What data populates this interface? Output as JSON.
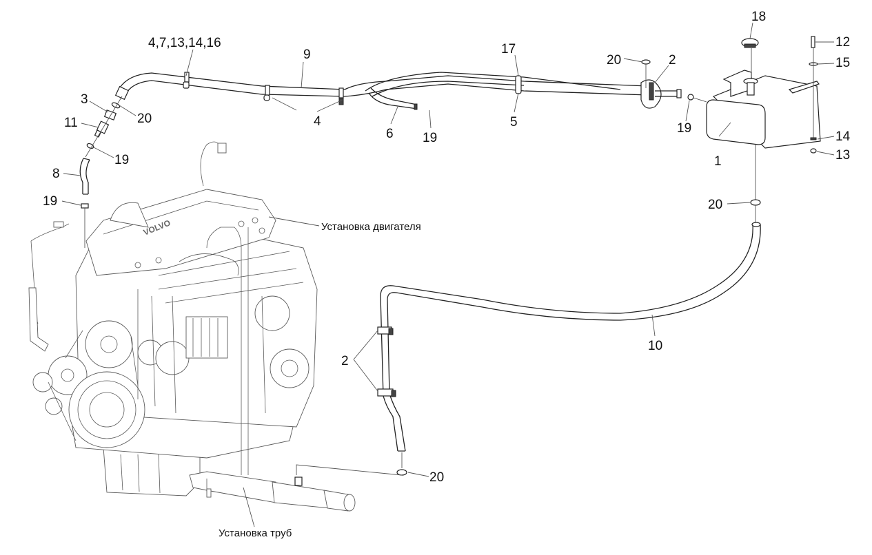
{
  "diagram": {
    "title": "Coolant expansion tank installation",
    "callouts": [
      {
        "id": "c-4-7-13-14-16",
        "text": "4,7,13,14,16"
      },
      {
        "id": "c-9",
        "text": "9"
      },
      {
        "id": "c-17",
        "text": "17"
      },
      {
        "id": "c-20-top",
        "text": "20"
      },
      {
        "id": "c-2-top",
        "text": "2"
      },
      {
        "id": "c-18",
        "text": "18"
      },
      {
        "id": "c-12",
        "text": "12"
      },
      {
        "id": "c-15",
        "text": "15"
      },
      {
        "id": "c-3",
        "text": "3"
      },
      {
        "id": "c-20-left",
        "text": "20"
      },
      {
        "id": "c-11",
        "text": "11"
      },
      {
        "id": "c-19-left-upper",
        "text": "19"
      },
      {
        "id": "c-8",
        "text": "8"
      },
      {
        "id": "c-19-left-lower",
        "text": "19"
      },
      {
        "id": "c-4",
        "text": "4"
      },
      {
        "id": "c-6",
        "text": "6"
      },
      {
        "id": "c-19-mid",
        "text": "19"
      },
      {
        "id": "c-5",
        "text": "5"
      },
      {
        "id": "c-19-right",
        "text": "19"
      },
      {
        "id": "c-1",
        "text": "1"
      },
      {
        "id": "c-14",
        "text": "14"
      },
      {
        "id": "c-13",
        "text": "13"
      },
      {
        "id": "c-20-right",
        "text": "20"
      },
      {
        "id": "c-10",
        "text": "10"
      },
      {
        "id": "c-2-bottom",
        "text": "2"
      },
      {
        "id": "c-20-bottom",
        "text": "20"
      }
    ],
    "assembly_labels": {
      "engine": "Установка двигателя",
      "pipes": "Установка труб"
    },
    "engine_brand_mark": "VOLVO"
  }
}
